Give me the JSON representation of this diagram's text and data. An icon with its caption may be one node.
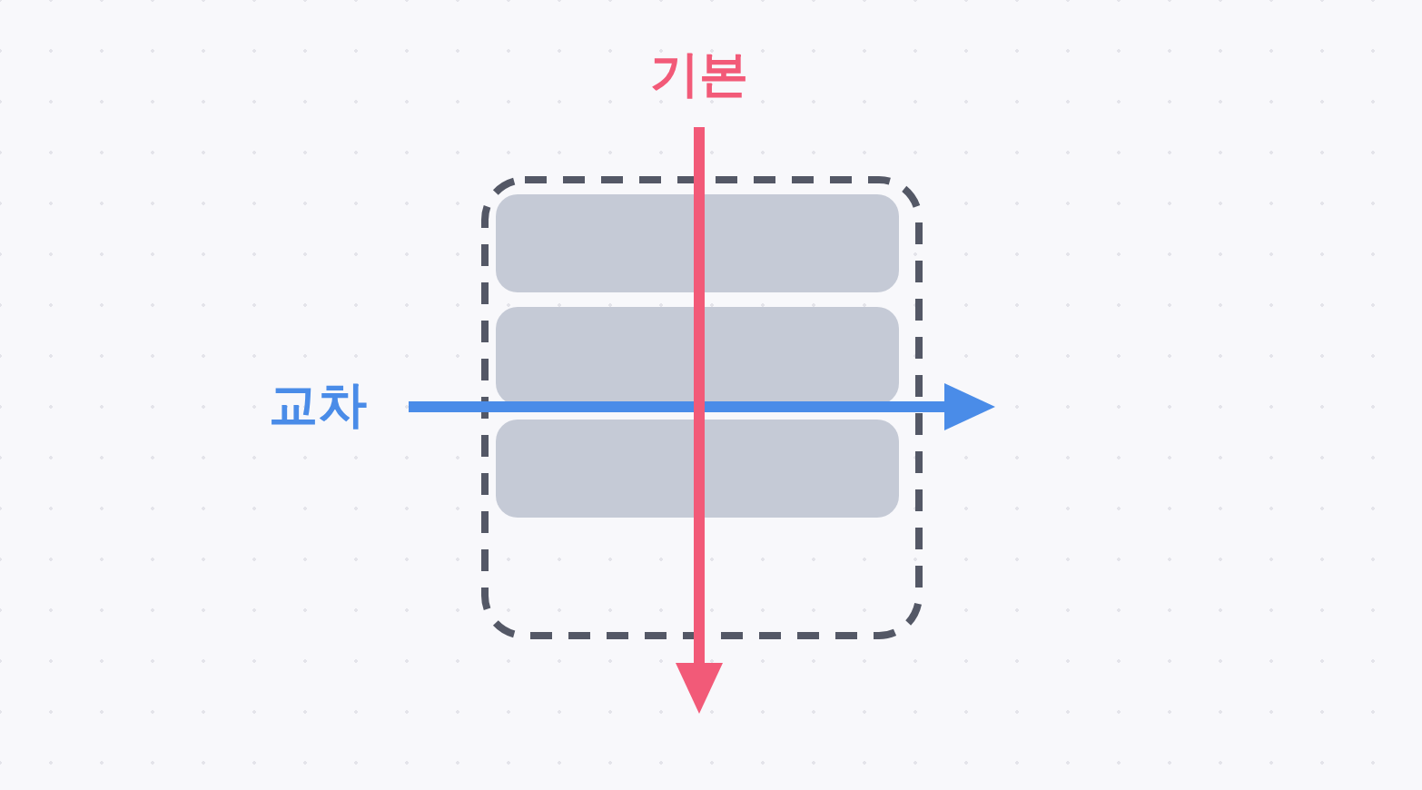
{
  "diagram": {
    "nodes": [
      {
        "text": [],
        "shape": "box"
      },
      {
        "text": [],
        "shape": "box",
        "in": 0
      },
      {
        "text": [],
        "shape": "box",
        "in": 0
      },
      {
        "text": [],
        "shape": "box",
        "in": 0
      }
    ],
    "labels": [
      "기본",
      "교차"
    ]
  }
}
